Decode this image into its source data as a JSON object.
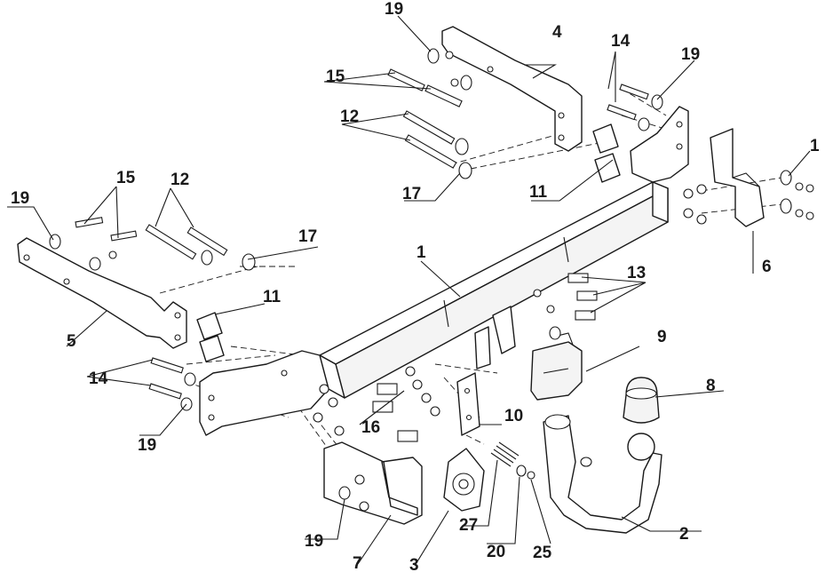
{
  "diagram": {
    "labels": {
      "p1": "1",
      "p2": "2",
      "p3": "3",
      "p4": "4",
      "p5": "5",
      "p6": "6",
      "p7": "7",
      "p8": "8",
      "p9": "9",
      "p10": "10",
      "p11a": "11",
      "p11b": "11",
      "p12a": "12",
      "p12b": "12",
      "p13": "13",
      "p14a": "14",
      "p14b": "14",
      "p15a": "15",
      "p15b": "15",
      "p16": "16",
      "p17a": "17",
      "p17b": "17",
      "p19a": "19",
      "p19b": "19",
      "p19c": "19",
      "p19d": "19",
      "p19e": "1",
      "p19f": "19",
      "p20": "20",
      "p25": "25",
      "p27": "27"
    }
  }
}
